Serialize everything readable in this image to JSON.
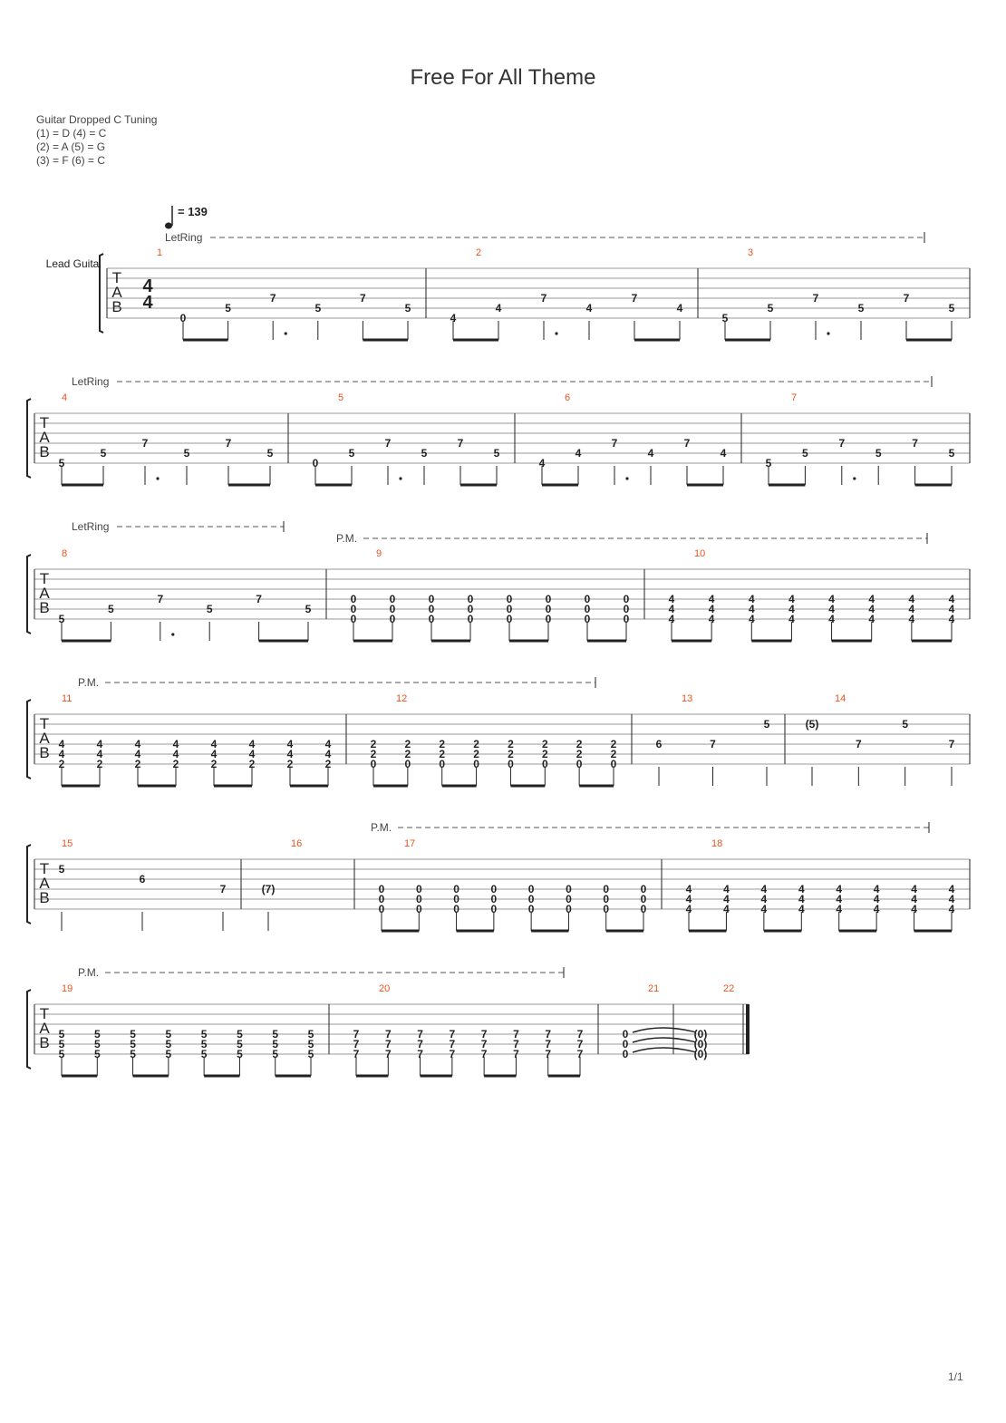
{
  "title": "Free For All Theme",
  "tuning": {
    "name": "Guitar Dropped C Tuning",
    "lines": [
      "(1) = D (4) = C",
      "(2) = A (5) = G",
      "(3) = F  (6) = C"
    ]
  },
  "tempo": "= 139",
  "track_name": "Lead Guita",
  "time_signature": [
    "4",
    "4"
  ],
  "labels": {
    "let_ring": "LetRing",
    "palm_mute": "P.M.",
    "tab": [
      "T",
      "A",
      "B"
    ]
  },
  "page_number": "1/1",
  "colors": {
    "measure_number": "#e8531f",
    "ink": "#222222",
    "staff_line": "#999999"
  },
  "systems": [
    {
      "measures": [
        {
          "number": "1",
          "notes": [
            {
              "s": 6,
              "f": "0"
            },
            {
              "s": 5,
              "f": "5"
            },
            {
              "s": 4,
              "f": "7"
            },
            {
              "s": 5,
              "f": "5"
            },
            {
              "s": 4,
              "f": "7"
            },
            {
              "s": 5,
              "f": "5"
            }
          ]
        },
        {
          "number": "2",
          "notes": [
            {
              "s": 6,
              "f": "4"
            },
            {
              "s": 5,
              "f": "4"
            },
            {
              "s": 4,
              "f": "7"
            },
            {
              "s": 5,
              "f": "4"
            },
            {
              "s": 4,
              "f": "7"
            },
            {
              "s": 5,
              "f": "4"
            }
          ]
        },
        {
          "number": "3",
          "notes": [
            {
              "s": 6,
              "f": "5"
            },
            {
              "s": 5,
              "f": "5"
            },
            {
              "s": 4,
              "f": "7"
            },
            {
              "s": 5,
              "f": "5"
            },
            {
              "s": 4,
              "f": "7"
            },
            {
              "s": 5,
              "f": "5"
            }
          ]
        }
      ]
    },
    {
      "measures": [
        {
          "number": "4",
          "notes": [
            {
              "s": 6,
              "f": "5"
            },
            {
              "s": 5,
              "f": "5"
            },
            {
              "s": 4,
              "f": "7"
            },
            {
              "s": 5,
              "f": "5"
            },
            {
              "s": 4,
              "f": "7"
            },
            {
              "s": 5,
              "f": "5"
            }
          ]
        },
        {
          "number": "5",
          "notes": [
            {
              "s": 6,
              "f": "0"
            },
            {
              "s": 5,
              "f": "5"
            },
            {
              "s": 4,
              "f": "7"
            },
            {
              "s": 5,
              "f": "5"
            },
            {
              "s": 4,
              "f": "7"
            },
            {
              "s": 5,
              "f": "5"
            }
          ]
        },
        {
          "number": "6",
          "notes": [
            {
              "s": 6,
              "f": "4"
            },
            {
              "s": 5,
              "f": "4"
            },
            {
              "s": 4,
              "f": "7"
            },
            {
              "s": 5,
              "f": "4"
            },
            {
              "s": 4,
              "f": "7"
            },
            {
              "s": 5,
              "f": "4"
            }
          ]
        },
        {
          "number": "7",
          "notes": [
            {
              "s": 6,
              "f": "5"
            },
            {
              "s": 5,
              "f": "5"
            },
            {
              "s": 4,
              "f": "7"
            },
            {
              "s": 5,
              "f": "5"
            },
            {
              "s": 4,
              "f": "7"
            },
            {
              "s": 5,
              "f": "5"
            }
          ]
        }
      ]
    },
    {
      "measures": [
        {
          "number": "8",
          "notes": [
            {
              "s": 6,
              "f": "5"
            },
            {
              "s": 5,
              "f": "5"
            },
            {
              "s": 4,
              "f": "7"
            },
            {
              "s": 5,
              "f": "5"
            },
            {
              "s": 4,
              "f": "7"
            },
            {
              "s": 5,
              "f": "5"
            }
          ]
        },
        {
          "number": "9",
          "chord": [
            "0",
            "0",
            "0"
          ],
          "count": 8
        },
        {
          "number": "10",
          "chord": [
            "4",
            "4",
            "4"
          ],
          "count": 8
        }
      ]
    },
    {
      "measures": [
        {
          "number": "11",
          "chord": [
            "4",
            "4",
            "2"
          ],
          "count": 8
        },
        {
          "number": "12",
          "chord": [
            "2",
            "2",
            "0"
          ],
          "count": 8
        },
        {
          "number": "13",
          "notes": [
            {
              "s": 4,
              "f": "6"
            },
            {
              "s": 4,
              "f": "7"
            },
            {
              "s": 2,
              "f": "5"
            }
          ]
        },
        {
          "number": "14",
          "notes": [
            {
              "s": 2,
              "f": "(5)"
            },
            {
              "s": 4,
              "f": "7"
            },
            {
              "s": 2,
              "f": "5"
            },
            {
              "s": 4,
              "f": "7"
            }
          ]
        }
      ]
    },
    {
      "measures": [
        {
          "number": "15",
          "notes": [
            {
              "s": 2,
              "f": "5"
            },
            {
              "s": 3,
              "f": "6"
            },
            {
              "s": 4,
              "f": "7"
            }
          ]
        },
        {
          "number": "16",
          "notes": [
            {
              "s": 4,
              "f": "(7)"
            }
          ]
        },
        {
          "number": "17",
          "chord": [
            "0",
            "0",
            "0"
          ],
          "count": 8
        },
        {
          "number": "18",
          "chord": [
            "4",
            "4",
            "4"
          ],
          "count": 8
        }
      ]
    },
    {
      "measures": [
        {
          "number": "19",
          "chord": [
            "5",
            "5",
            "5"
          ],
          "count": 8
        },
        {
          "number": "20",
          "chord": [
            "7",
            "7",
            "7"
          ],
          "count": 8
        },
        {
          "number": "21",
          "chord": [
            "0",
            "0",
            "0"
          ],
          "count": 1
        },
        {
          "number": "22",
          "chord": [
            "(0)",
            "(0)",
            "(0)"
          ],
          "count": 1
        }
      ]
    }
  ]
}
